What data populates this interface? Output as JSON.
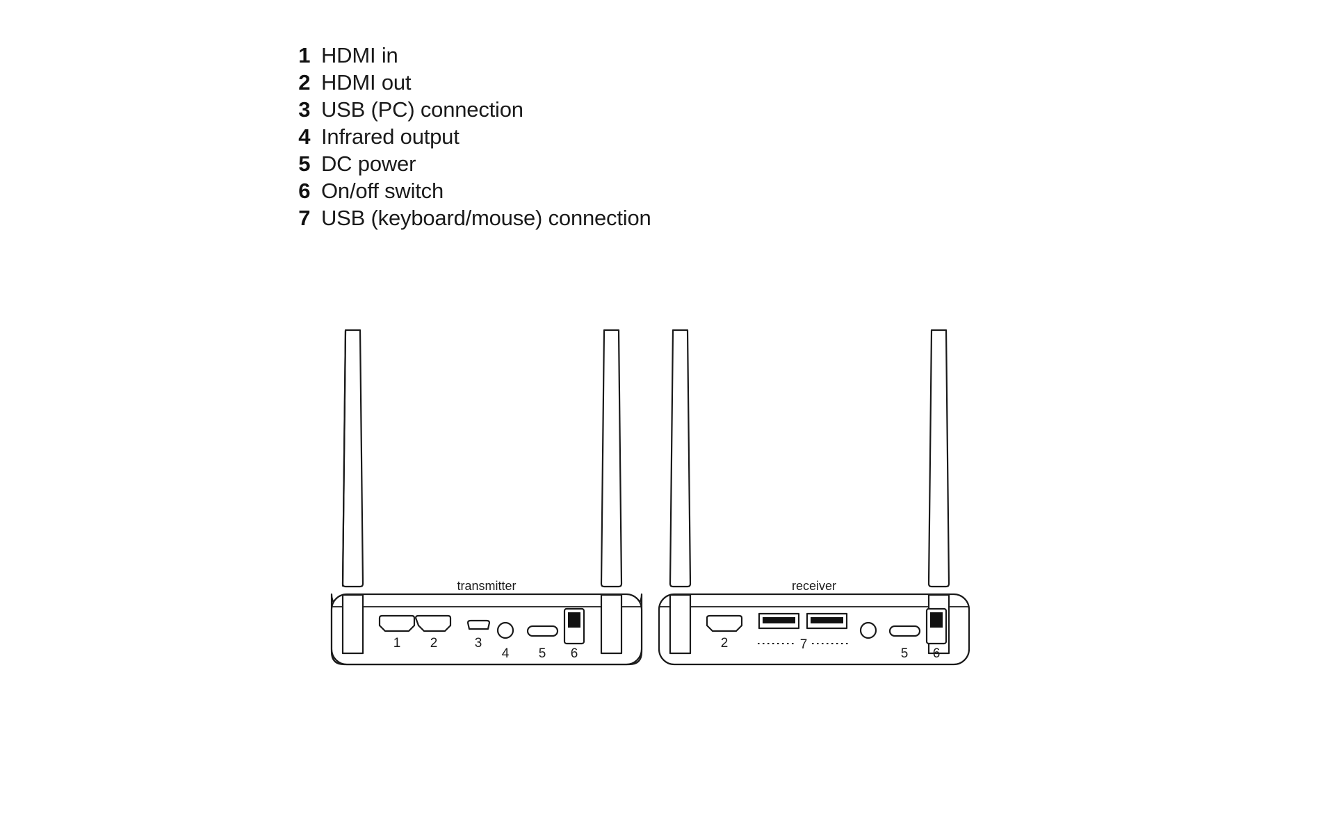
{
  "legend": {
    "items": [
      {
        "num": "1",
        "label": "HDMI in"
      },
      {
        "num": "2",
        "label": "HDMI out"
      },
      {
        "num": "3",
        "label": "USB (PC) connection"
      },
      {
        "num": "4",
        "label": "Infrared output"
      },
      {
        "num": "5",
        "label": "DC power"
      },
      {
        "num": "6",
        "label": "On/off switch"
      },
      {
        "num": "7",
        "label": "USB (keyboard/mouse) connection"
      }
    ]
  },
  "diagram": {
    "transmitter": {
      "name": "transmitter",
      "ports": [
        {
          "num": "1",
          "type": "hdmi"
        },
        {
          "num": "2",
          "type": "hdmi"
        },
        {
          "num": "3",
          "type": "micro-usb"
        },
        {
          "num": "4",
          "type": "infrared-circle"
        },
        {
          "num": "5",
          "type": "dc-power"
        },
        {
          "num": "6",
          "type": "power-switch"
        }
      ]
    },
    "receiver": {
      "name": "receiver",
      "ports": [
        {
          "num": "2",
          "type": "hdmi"
        },
        {
          "num": "7",
          "type": "usb-a-pair"
        },
        {
          "num": "",
          "type": "infrared-circle"
        },
        {
          "num": "5",
          "type": "dc-power"
        },
        {
          "num": "6",
          "type": "power-switch"
        }
      ]
    }
  },
  "colors": {
    "line": "#1a1a1a",
    "fill": "#ffffff",
    "accent_black": "#111111",
    "background": "#ffffff"
  }
}
